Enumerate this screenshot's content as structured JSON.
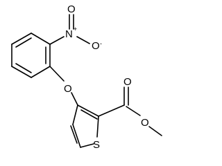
{
  "molecule": {
    "atoms": {
      "nitro_n": "N",
      "nitro_n_charge": "+",
      "nitro_o_top": "O",
      "nitro_o_right": "O",
      "nitro_o_right_charge": "-",
      "ether_o": "O",
      "ester_o_carbonyl": "O",
      "ester_o_single": "O",
      "thiophene_s": "S"
    }
  }
}
